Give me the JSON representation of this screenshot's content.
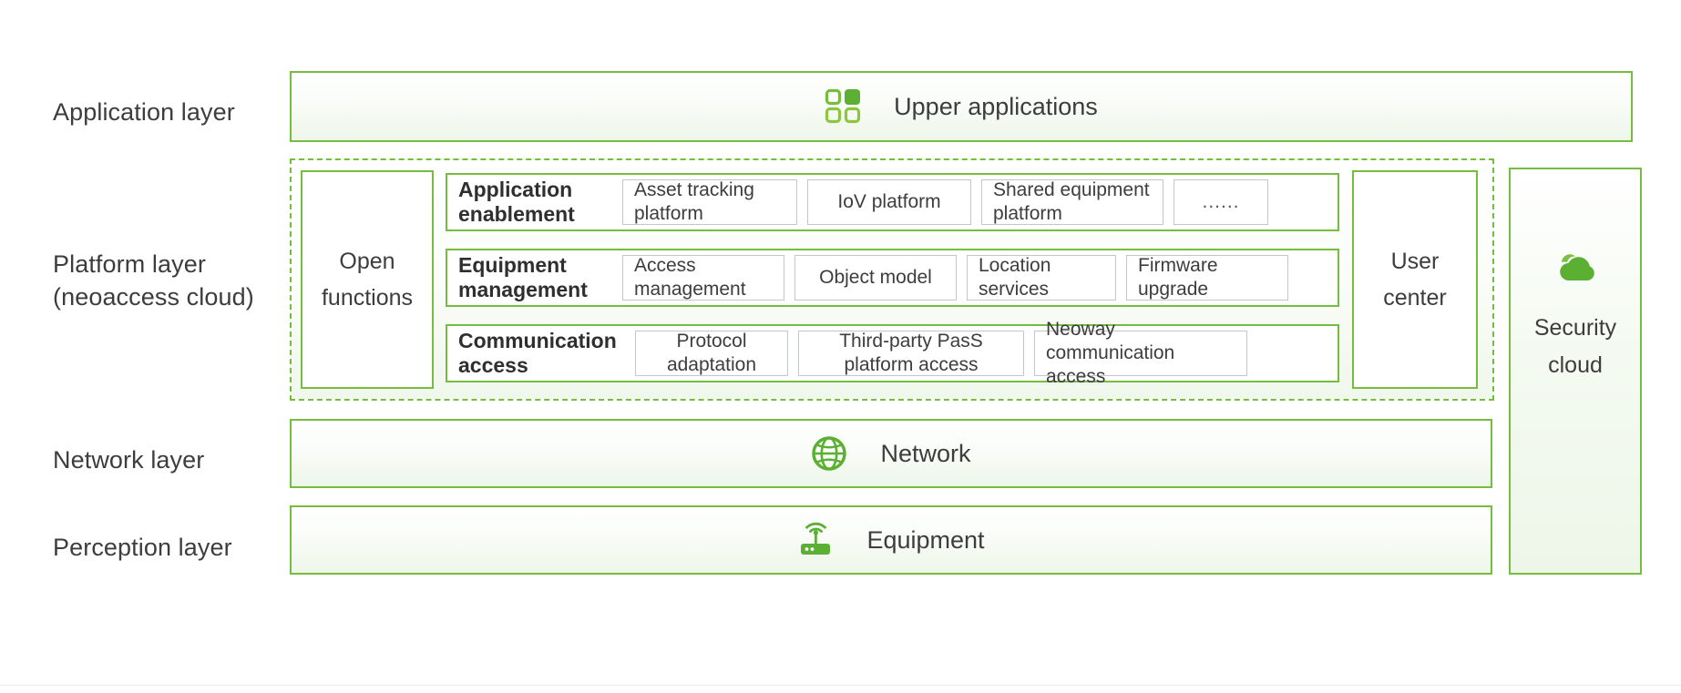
{
  "theme": {
    "accent_green": "#76bc3f",
    "text_dark": "#3d3d3d",
    "chip_border": "#c3c8c5"
  },
  "layer_labels": {
    "application": "Application layer",
    "platform_line1": "Platform layer",
    "platform_line2": "(neoaccess cloud)",
    "network": "Network layer",
    "perception": "Perception layer"
  },
  "bars": {
    "application": {
      "text": "Upper applications",
      "icon": "app-grid-icon"
    },
    "network": {
      "text": "Network",
      "icon": "globe-icon"
    },
    "perception": {
      "text": "Equipment",
      "icon": "router-device-icon"
    }
  },
  "platform": {
    "open_functions": "Open\nfunctions",
    "user_center": "User\ncenter",
    "rows": [
      {
        "title": "Application\nenablement",
        "items": [
          "Asset tracking\nplatform",
          "IoV platform",
          "Shared equipment\nplatform",
          "......"
        ]
      },
      {
        "title": "Equipment\nmanagement",
        "items": [
          "Access\nmanagement",
          "Object model",
          "Location services",
          "Firmware upgrade"
        ]
      },
      {
        "title": "Communication\naccess",
        "items": [
          "Protocol\nadaptation",
          "Third-party PasS\nplatform access",
          "Neoway\ncommunication access"
        ]
      }
    ]
  },
  "security_cloud": {
    "text": "Security\ncloud",
    "icon": "cloud-icon"
  }
}
